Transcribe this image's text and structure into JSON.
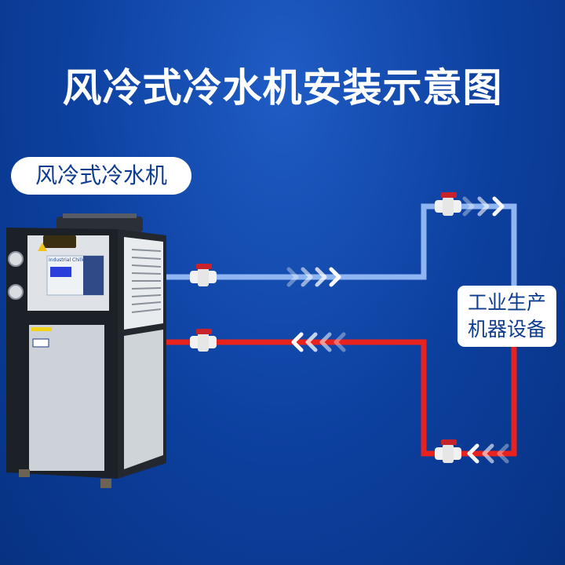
{
  "title": "风冷式冷水机安装示意图",
  "chiller_label": "风冷式冷水机",
  "equipment_label": {
    "line1": "工业生产",
    "line2": "机器设备"
  },
  "chiller": {
    "panel_text": "Industrial Chiller"
  },
  "colors": {
    "supply_pipe": "#8fb6f2",
    "return_pipe": "#e8221f",
    "background": "#0c3f9e",
    "label_text": "#0e3c8f"
  },
  "flow": {
    "supply_direction": "right",
    "return_direction": "left"
  }
}
